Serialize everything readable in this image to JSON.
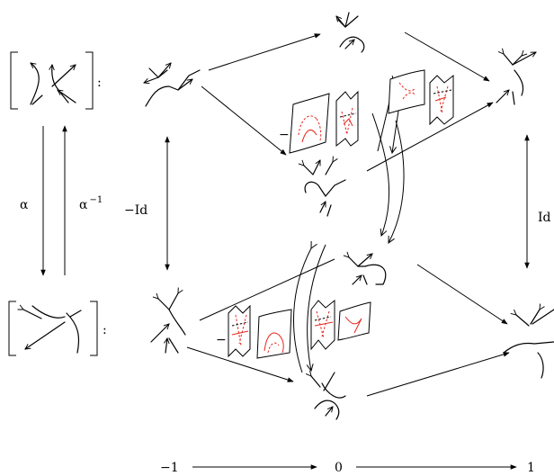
{
  "labels": {
    "alpha": "α",
    "alpha_inv_base": "α",
    "alpha_inv_exp": "−1",
    "neg_id": "−Id",
    "id": "Id",
    "colon_top": ":",
    "colon_bottom": ":",
    "minus_top": "−",
    "minus_bottom": "−"
  },
  "axis": {
    "left": "−1",
    "middle": "0",
    "right": "1"
  },
  "colors": {
    "line": "#000000",
    "accent": "#e8261e",
    "background": "#ffffff"
  }
}
